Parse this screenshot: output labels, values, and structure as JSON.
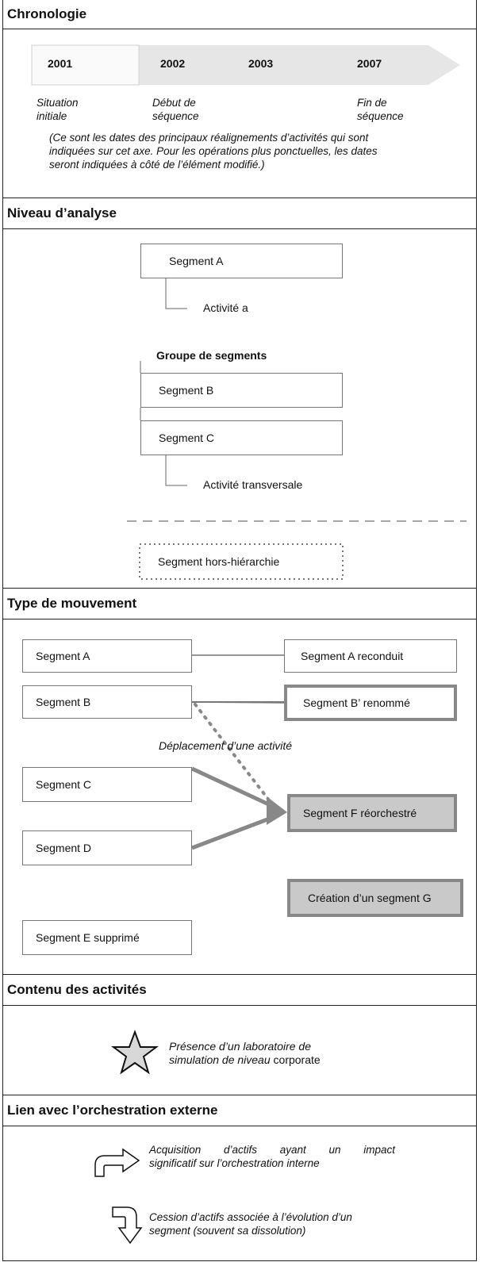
{
  "sections": {
    "chronologie": "Chronologie",
    "niveau": "Niveau d’analyse",
    "mouvement": "Type de mouvement",
    "contenu": "Contenu des activités",
    "lien": "Lien avec l’orchestration externe"
  },
  "chronologie": {
    "years": [
      "2001",
      "2002",
      "2003",
      "2007"
    ],
    "start_label_1": "Situation",
    "start_label_2": "initiale",
    "begin_label_1": "Début de",
    "begin_label_2": "séquence",
    "end_label_1": "Fin de",
    "end_label_2": "séquence",
    "note_1": "(Ce sont les dates des principaux réalignements d’activités qui sont",
    "note_2": "indiquées sur cet axe. Pour les opérations plus ponctuelles, les dates",
    "note_3": "seront indiquées à côté de l’élément modifié.)"
  },
  "niveau": {
    "segment_a": "Segment A",
    "activite_a": "Activité a",
    "groupe": "Groupe de segments",
    "segment_b": "Segment B",
    "segment_c": "Segment C",
    "activite_transversale": "Activité transversale",
    "hors_hierarchie": "Segment hors-hiérarchie"
  },
  "mouvement": {
    "segment_a": "Segment A",
    "segment_a_reconduit": "Segment A reconduit",
    "segment_b": "Segment B",
    "segment_b_renomme": "Segment B’ renommé",
    "deplacement": "Déplacement d’une activité",
    "segment_c": "Segment C",
    "segment_d": "Segment D",
    "segment_f": "Segment F réorchestré",
    "creation_g": "Création d’un segment G",
    "segment_e": "Segment E supprimé"
  },
  "contenu": {
    "star_1": "Présence d’un laboratoire de",
    "star_2": "simulation de niveau",
    "star_2b": "corporate"
  },
  "lien": {
    "acq_1": "Acquisition d’actifs ayant un impact",
    "acq_2": "significatif sur l’orchestration interne",
    "cess_1": "Cession d’actifs associée à l’évolution d’un",
    "cess_2": "segment (souvent sa dissolution)"
  }
}
